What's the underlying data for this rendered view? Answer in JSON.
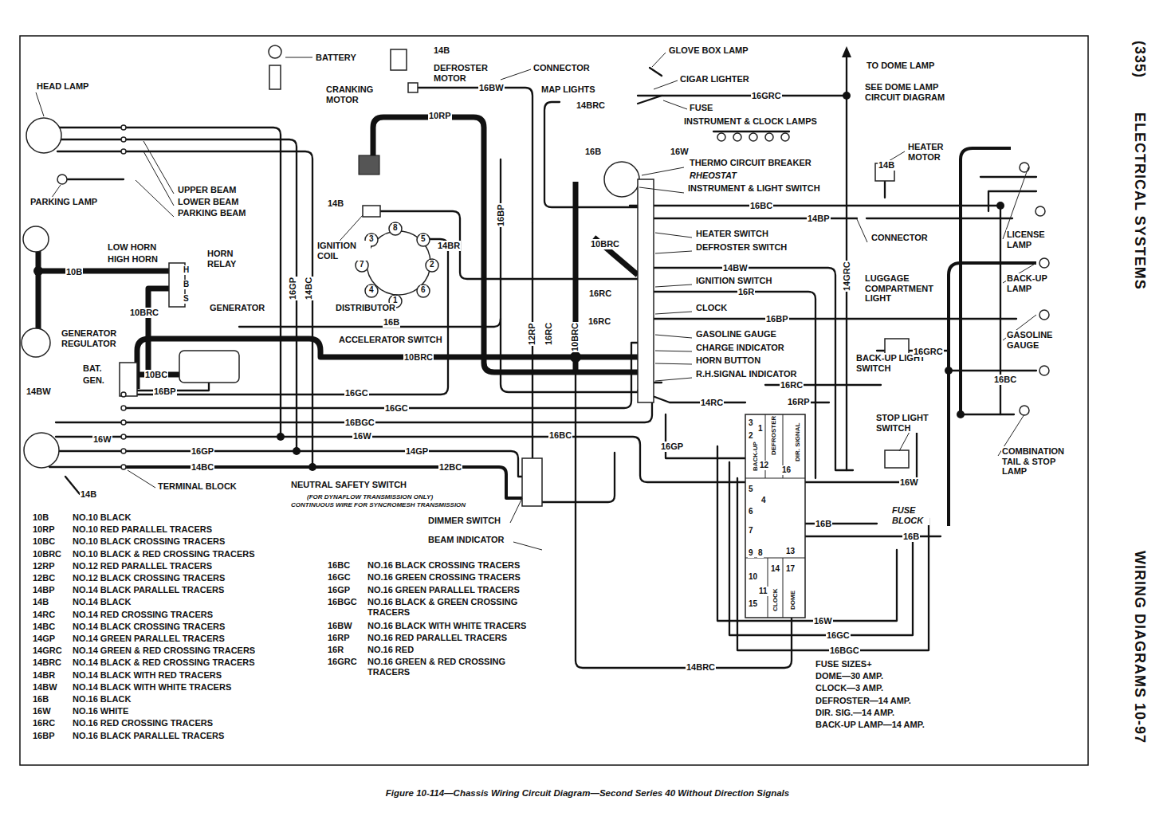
{
  "diagram": {
    "caption": "Figure 10-114—Chassis Wiring Circuit Diagram—Second Series 40 Without Direction Signals",
    "labels": [
      "(335)",
      "ELECTRICAL SYSTEMS",
      "WIRING DIAGRAMS 10-97",
      "14B",
      "BATTERY",
      "DEFROSTER MOTOR",
      "CONNECTOR",
      "GLOVE BOX LAMP",
      "TO DOME LAMP",
      "SEE DOME LAMP CIRCUIT DIAGRAM",
      "HEAD LAMP",
      "CRANKING MOTOR",
      "16BW",
      "MAP LIGHTS",
      "CIGAR LIGHTER",
      "16GRC",
      "14BRC",
      "FUSE",
      "10RP",
      "INSTRUMENT & CLOCK LAMPS",
      "16B",
      "16W",
      "HEATER MOTOR",
      "14B",
      "THERMO CIRCUIT BREAKER",
      "RHEOSTAT",
      "INSTRUMENT & LIGHT SWITCH",
      "UPPER BEAM",
      "LOWER BEAM",
      "PARKING BEAM",
      "PARKING LAMP",
      "16BC",
      "14BP",
      "14B",
      "16BP",
      "HEATER SWITCH",
      "CONNECTOR",
      "LICENSE LAMP",
      "DEFROSTER SWITCH",
      "LOW HORN",
      "HIGH HORN",
      "HORN RELAY",
      "IGNITION COIL",
      "14BR",
      "10BRC",
      "3",
      "8",
      "5",
      "7",
      "2",
      "6",
      "4",
      "1",
      "H",
      "B",
      "S",
      "10B",
      "14BW",
      "LUGGAGE COMPARTMENT LIGHT",
      "BACK-UP LAMP",
      "IGNITION SWITCH",
      "16GP",
      "14BC",
      "14GRC",
      "16RC",
      "16R",
      "10BRC",
      "GENERATOR",
      "DISTRIBUTOR",
      "CLOCK",
      "12RP",
      "16RC",
      "10BRC",
      "16RC",
      "16B",
      "16BP",
      "GASOLINE GAUGE",
      "GASOLINE GAUGE",
      "GENERATOR REGULATOR",
      "ACCELERATOR SWITCH",
      "CHARGE INDICATOR",
      "10BRC",
      "BACK-UP LIGHT SWITCH",
      "16GRC",
      "HORN BUTTON",
      "BAT.",
      "GEN.",
      "10BC",
      "R.H.SIGNAL INDICATOR",
      "16BC",
      "16RC",
      "14BW",
      "16BP",
      "16GC",
      "16RP",
      "14RC",
      "16GC",
      "STOP LIGHT SWITCH",
      "16BGC",
      "16W",
      "16W",
      "16BC",
      "16GP",
      "COMBINATION TAIL & STOP LAMP",
      "16GP",
      "14GP",
      "14BC",
      "12BC",
      "14B",
      "TERMINAL BLOCK",
      "NEUTRAL SAFETY SWITCH",
      "(FOR DYNAFLOW TRANSMISSION ONLY)",
      "CONTINUOUS WIRE FOR SYNCROMESH TRANSMISSION",
      "16W",
      "FUSE BLOCK",
      "16B",
      "16B",
      "DIMMER SWITCH",
      "BEAM INDICATOR",
      "3",
      "2",
      "1",
      "BACK-UP",
      "12",
      "16",
      "DEFROSTER",
      "DIR. SIGNAL",
      "5",
      "4",
      "6",
      "7",
      "9",
      "8",
      "10",
      "11",
      "13",
      "14",
      "17",
      "CLOCK",
      "DOME",
      "15",
      "16W",
      "16GC",
      "16BGC",
      "14BRC",
      "FUSE SIZES+",
      "DOME—30 AMP.",
      "CLOCK—3 AMP.",
      "DEFROSTER—14 AMP.",
      "DIR. SIG.—14 AMP.",
      "BACK-UP LAMP—14 AMP.",
      "10B",
      "NO.10 BLACK",
      "10RP",
      "NO.10 RED PARALLEL TRACERS",
      "10BC",
      "NO.10 BLACK CROSSING TRACERS",
      "10BRC",
      "NO.10 BLACK & RED CROSSING TRACERS",
      "12RP",
      "NO.12 RED PARALLEL TRACERS",
      "12BC",
      "NO.12 BLACK CROSSING TRACERS",
      "14BP",
      "NO.14 BLACK PARALLEL TRACERS",
      "14B",
      "NO.14 BLACK",
      "14RC",
      "NO.14 RED CROSSING TRACERS",
      "14BC",
      "NO.14 BLACK CROSSING TRACERS",
      "14GP",
      "NO.14 GREEN PARALLEL TRACERS",
      "14GRC",
      "NO.14 GREEN & RED CROSSING TRACERS",
      "14BRC",
      "NO.14 BLACK & RED CROSSING TRACERS",
      "14BR",
      "NO.14 BLACK WITH RED TRACERS",
      "14BW",
      "NO.14 BLACK WITH WHITE TRACERS",
      "16B",
      "NO.16 BLACK",
      "16W",
      "NO.16 WHITE",
      "16RC",
      "NO.16 RED CROSSING TRACERS",
      "16BP",
      "NO.16 BLACK PARALLEL TRACERS",
      "16BC",
      "NO.16 BLACK CROSSING TRACERS",
      "16GC",
      "NO.16 GREEN CROSSING TRACERS",
      "16GP",
      "NO.16 GREEN PARALLEL TRACERS",
      "16BGC",
      "NO.16 BLACK & GREEN CROSSING TRACERS",
      "16BW",
      "NO.16 BLACK WITH WHITE TRACERS",
      "16RP",
      "NO.16 RED PARALLEL TRACERS",
      "16R",
      "NO.16 RED",
      "16GRC",
      "NO.16 GREEN & RED CROSSING TRACERS"
    ]
  }
}
